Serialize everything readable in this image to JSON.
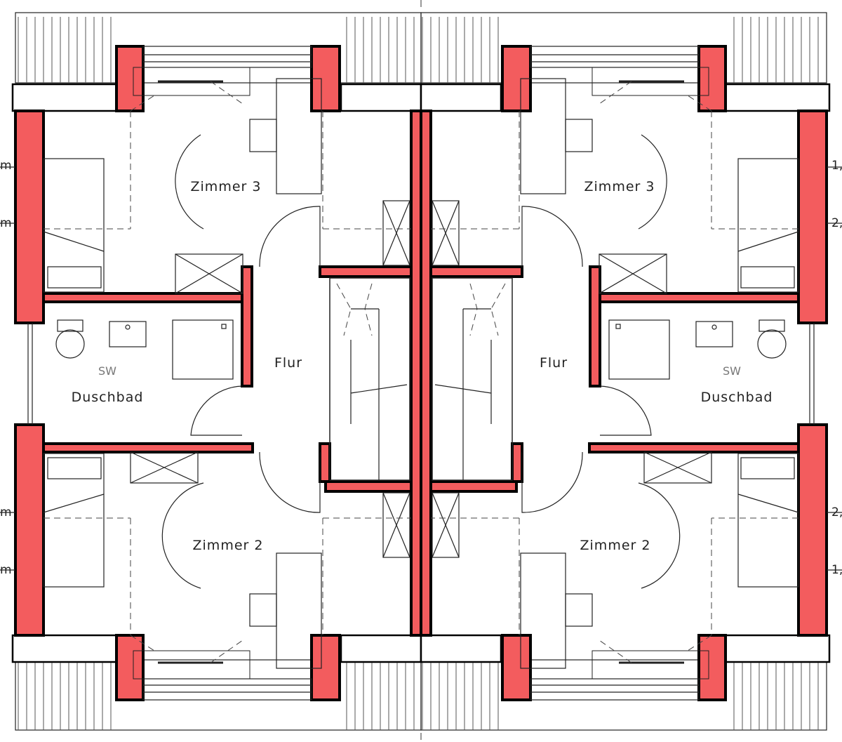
{
  "rooms": {
    "left_upper": "Zimmer 3",
    "left_lower": "Zimmer 2",
    "right_upper": "Zimmer 3",
    "right_lower": "Zimmer 2",
    "left_hall": "Flur",
    "right_hall": "Flur",
    "left_bath": "Duschbad",
    "right_bath": "Duschbad",
    "left_bath_sub": "SW",
    "right_bath_sub": "SW"
  },
  "edge_marks": {
    "left": [
      "m",
      "m",
      "m",
      "m"
    ],
    "right": [
      "1,",
      "2,",
      "2,",
      "1,"
    ]
  },
  "colors": {
    "wall_fill": "#f35c5e",
    "line": "#000000"
  }
}
